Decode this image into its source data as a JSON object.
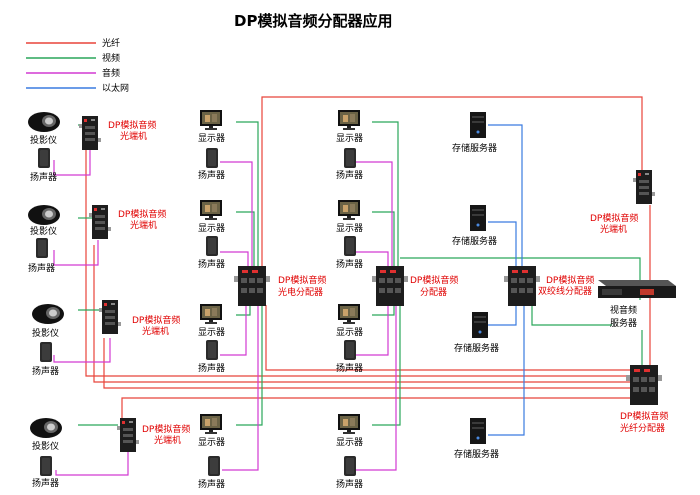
{
  "title": "DP模拟音频分配器应用",
  "legend": [
    {
      "label": "光纤",
      "color": "#e8443a"
    },
    {
      "label": "视频",
      "color": "#2aa65a"
    },
    {
      "label": "音频",
      "color": "#d23ad2"
    },
    {
      "label": "以太网",
      "color": "#3a7be0"
    }
  ],
  "labels": {
    "projector": "投影仪",
    "speaker": "扬声器",
    "display": "显示器",
    "storage_server": "存储服务器",
    "av_server_1": "视音频",
    "av_server_2": "服务器"
  },
  "devices": {
    "optical_transceiver_1": "DP模拟音频",
    "optical_transceiver_2": "光端机",
    "optoelectronic_splitter_1": "DP模拟音频",
    "optoelectronic_splitter_2": "光电分配器",
    "splitter_1": "DP模拟音频",
    "splitter_2": "分配器",
    "twisted_pair_splitter_1": "DP模拟音频",
    "twisted_pair_splitter_2": "双绞线分配器",
    "fiber_splitter_1": "DP模拟音频",
    "fiber_splitter_2": "光纤分配器"
  }
}
